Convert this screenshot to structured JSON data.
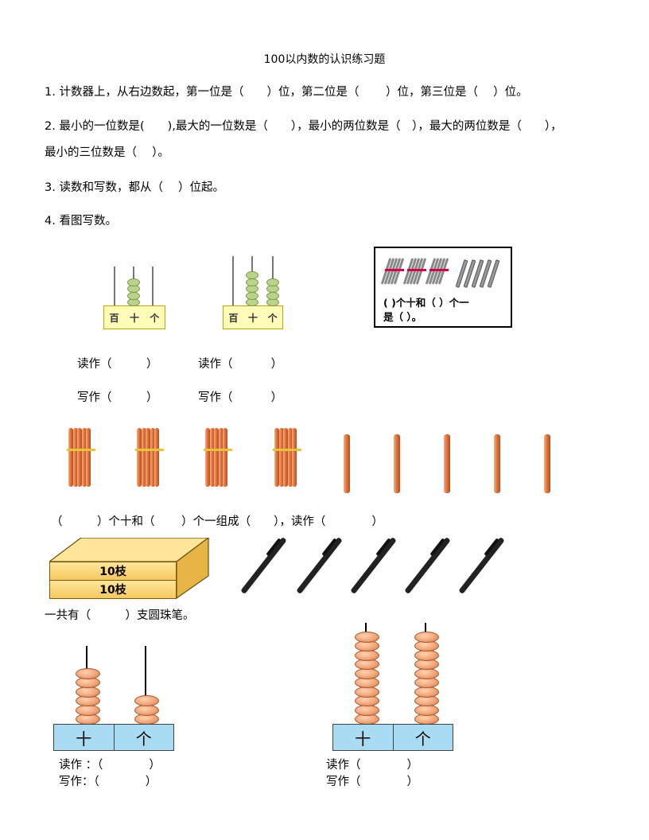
{
  "title": "100以内数的认识练习题",
  "q1": "1. 计数器上，从右边数起，第一位是（　　）位，第二位是（　　 ）位，第三位是（　 ）位。",
  "q2a": "2. 最小的一位数是(　　),最大的一位数是（　　），最小的两位数是（　），最大的两位数是（　　），",
  "q2b": "最小的三位数是（　 ）。",
  "q3": "3. 读数和写数，都从（　 ）位起。",
  "q4": "4. 看图写数。",
  "abacus_labels": [
    "百",
    "十",
    "个"
  ],
  "read1": "读作（　　　）",
  "write1": "写作（　　　）",
  "read2": "读作（　　　 ）",
  "write2": "写作（　　　 ）",
  "box_line1": "( )个十和（  ）个一",
  "box_line2": "是（  ）。",
  "sticks_line": "（　　　）个十和（　　 ）个一组成（　　），读作（　　　　）",
  "pen_box_labels": [
    "10枝",
    "10枝"
  ],
  "pen_line": "一共有（　　　）支圆珠笔。",
  "bead_labels": [
    "十",
    "个"
  ],
  "read3": "读作 ：（　　　　）",
  "write3": "写作：（　　　　）",
  "read4": "读作（　　　　）",
  "write4": "写作（　　　　）",
  "abacus1": {
    "hundreds": 0,
    "tens": 4,
    "ones": 0
  },
  "abacus2": {
    "hundreds": 0,
    "tens": 5,
    "ones": 4
  },
  "bundles": {
    "tens": 4,
    "ones": 5
  },
  "box_picture": {
    "tens": 3,
    "ones": 5
  },
  "pens_loose": 5,
  "bead_abacus1": {
    "tens": 6,
    "ones": 3
  },
  "bead_abacus2": {
    "tens": 10,
    "ones": 10
  }
}
